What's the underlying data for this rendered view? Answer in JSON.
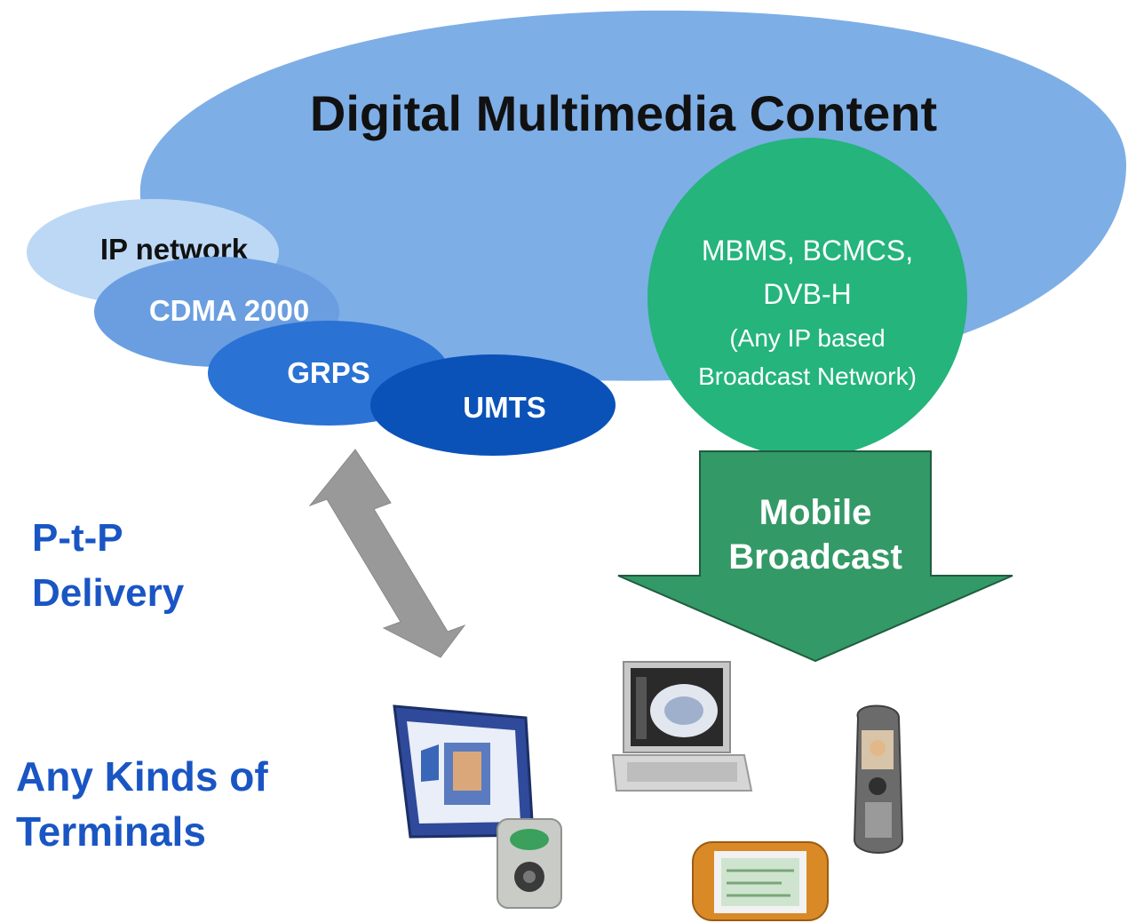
{
  "title": "Digital Multimedia Content",
  "networks": {
    "ip": "IP network",
    "cdma": "CDMA 2000",
    "grps": "GRPS",
    "umts": "UMTS"
  },
  "broadcast_network": {
    "line1": "MBMS, BCMCS,",
    "line2": "DVB-H",
    "line3": "(Any IP based",
    "line4": "Broadcast Network)"
  },
  "mobile_broadcast": {
    "line1": "Mobile",
    "line2": "Broadcast"
  },
  "ptp_delivery": {
    "line1": "P-t-P",
    "line2": "Delivery"
  },
  "terminals": {
    "line1": "Any Kinds of",
    "line2": "Terminals"
  },
  "colors": {
    "cloud": "#7eaee6",
    "ip_network": "#bcd8f5",
    "cdma": "#6a9ee0",
    "grps": "#2a72d4",
    "umts": "#0a52b8",
    "broadcast_circle": "#24b47c",
    "broadcast_arrow": "#339966",
    "ptp_arrow": "#999999",
    "blue_text": "#1a55c4",
    "dark_text": "#111111"
  },
  "icons": [
    "tablet-device-icon",
    "laptop-icon",
    "mobile-phone-icon",
    "media-player-icon",
    "handheld-console-icon"
  ]
}
